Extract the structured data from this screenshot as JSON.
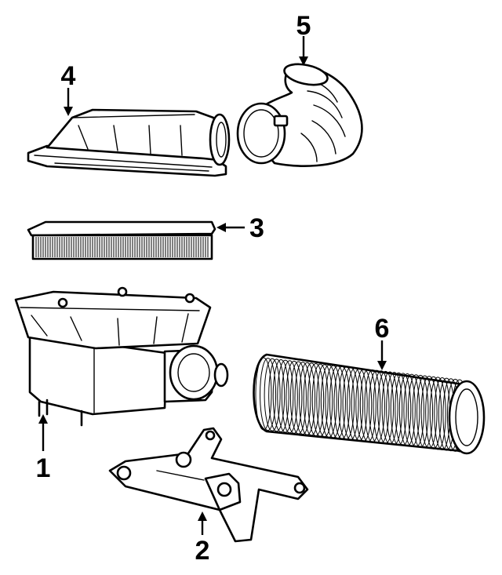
{
  "callouts": [
    {
      "id": "1",
      "label": "1"
    },
    {
      "id": "2",
      "label": "2"
    },
    {
      "id": "3",
      "label": "3"
    },
    {
      "id": "4",
      "label": "4"
    },
    {
      "id": "5",
      "label": "5"
    },
    {
      "id": "6",
      "label": "6"
    }
  ],
  "parts": [
    "air-cleaner-housing",
    "mounting-bracket",
    "air-filter-element",
    "air-cleaner-cover",
    "intake-duct-hose",
    "corrugated-duct-tube"
  ]
}
